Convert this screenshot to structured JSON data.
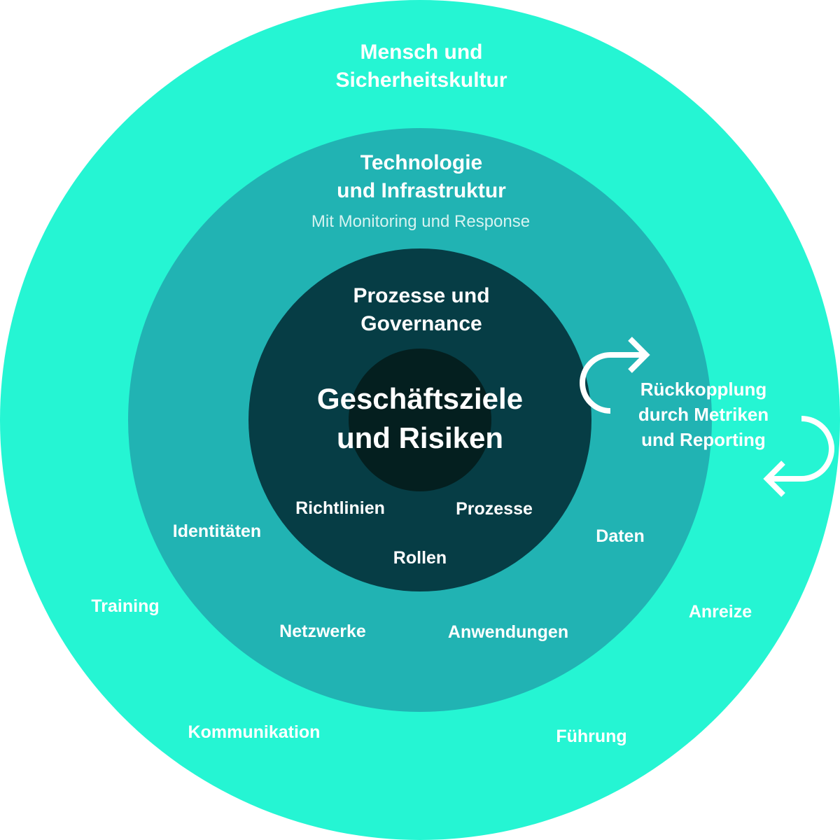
{
  "colors": {
    "outer": "#25F5D3",
    "middle": "#21B3B3",
    "inner": "#063D45",
    "core": "#041F1F",
    "text": "#FFFFFF"
  },
  "outer_ring": {
    "title_line1": "Mensch und",
    "title_line2": "Sicherheitskultur",
    "items": [
      "Training",
      "Kommunikation",
      "Führung",
      "Anreize"
    ]
  },
  "middle_ring": {
    "title_line1": "Technologie",
    "title_line2": "und Infrastruktur",
    "subtitle": "Mit Monitoring und Response",
    "items": [
      "Identitäten",
      "Netzwerke",
      "Anwendungen",
      "Daten"
    ]
  },
  "inner_ring": {
    "title_line1": "Prozesse und",
    "title_line2": "Governance",
    "items": [
      "Richtlinien",
      "Prozesse",
      "Rollen"
    ]
  },
  "core": {
    "line1": "Geschäftsziele",
    "line2": "und Risiken"
  },
  "feedback": {
    "line1": "Rückkopplung",
    "line2": "durch Metriken",
    "line3": "und Reporting",
    "icons": [
      "loop-arrow-right-icon",
      "loop-arrow-left-icon"
    ]
  }
}
